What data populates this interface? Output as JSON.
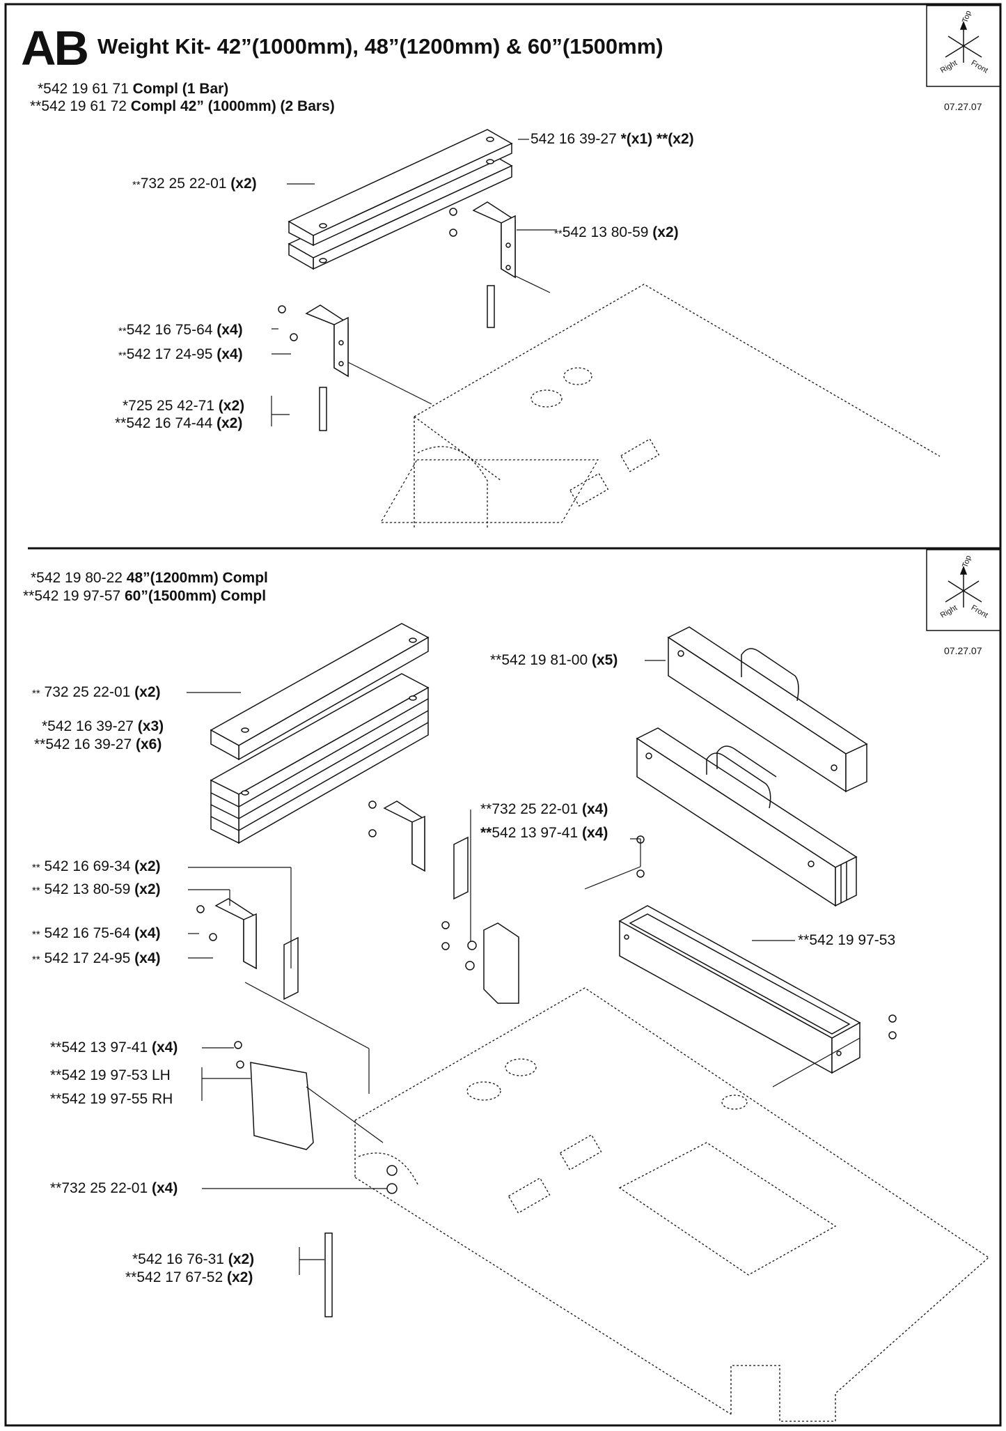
{
  "header": {
    "section": "AB",
    "title": "Weight Kit- 42”(1000mm), 48”(1200mm) & 60”(1500mm)"
  },
  "panel1": {
    "kit": [
      {
        "prefix": "*542 19 61 71 ",
        "bold": "Compl (1 Bar)"
      },
      {
        "prefix": "**542 19 61 72 ",
        "bold": "Compl 42” (1000mm) (2 Bars)"
      }
    ],
    "date": "07.27.07",
    "orient": {
      "top": "Top",
      "right": "Right",
      "front": "Front"
    },
    "callouts": {
      "c1": {
        "text": "542 16 39-27 ",
        "bold": "*(x1) **(x2)"
      },
      "c2": {
        "stars": "**",
        "text": "732 25 22-01 ",
        "bold": "(x2)"
      },
      "c3": {
        "stars": "**",
        "text": "542 13 80-59 ",
        "bold": "(x2)"
      },
      "c4": {
        "stars": "**",
        "text": "542 16 75-64 ",
        "bold": "(x4)"
      },
      "c5": {
        "stars": "**",
        "text": "542 17 24-95 ",
        "bold": "(x4)"
      },
      "c6a": {
        "text": "*725 25 42-71 ",
        "bold": "(x2)"
      },
      "c6b": {
        "text": "**542 16 74-44 ",
        "bold": "(x2)"
      }
    }
  },
  "panel2": {
    "kit": [
      {
        "prefix": "*542 19 80-22 ",
        "bold1": "48”",
        "rest": "(1200mm) Compl"
      },
      {
        "prefix": "**542 19 97-57 ",
        "bold1": "60”",
        "rest": "(1500mm) Compl"
      }
    ],
    "date": "07.27.07",
    "orient": {
      "top": "Top",
      "right": "Right",
      "front": "Front"
    },
    "callouts": {
      "d1": {
        "stars": "**",
        "text": " 732 25 22-01 ",
        "bold": "(x2)"
      },
      "d2a": {
        "text": "*542 16 39-27 ",
        "bold": "(x3)"
      },
      "d2b": {
        "text": "**542 16 39-27 ",
        "bold": "(x6)"
      },
      "d3": {
        "stars": "**",
        "text": " 542 16 69-34 ",
        "bold": "(x2)"
      },
      "d4": {
        "stars": "**",
        "text": " 542 13 80-59 ",
        "bold": "(x2)"
      },
      "d5": {
        "stars": "**",
        "text": " 542 16 75-64 ",
        "bold": "(x4)"
      },
      "d6": {
        "stars": "**",
        "text": " 542 17 24-95 ",
        "bold": "(x4)"
      },
      "d7": {
        "text": "**542 13 97-41 ",
        "bold": "(x4)"
      },
      "d8a": {
        "text": "**542 19 97-53 LH"
      },
      "d8b": {
        "text": "**542 19 97-55 RH"
      },
      "d9": {
        "text": "**732 25 22-01 ",
        "bold": "(x4)"
      },
      "d10a": {
        "text": "*542 16 76-31 ",
        "bold": "(x2)"
      },
      "d10b": {
        "text": "**542 17 67-52 ",
        "bold": "(x2)"
      },
      "e1": {
        "text": "**542 19 81-00 ",
        "bold": "(x5)"
      },
      "e2": {
        "text": "**732 25 22-01 ",
        "bold": "(x4)"
      },
      "e3": {
        "bold": "**",
        "text": "542 13 97-41 ",
        "bold2": "(x4)"
      },
      "e4": {
        "text": "**542 19 97-53"
      }
    }
  }
}
